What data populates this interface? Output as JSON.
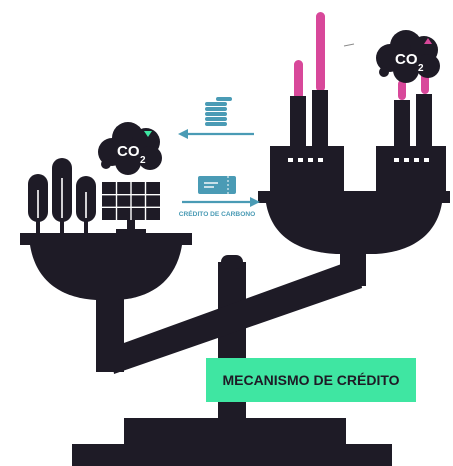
{
  "colors": {
    "ink": "#1e1b26",
    "magenta": "#d8489a",
    "teal": "#4a9bb5",
    "mint": "#3fe6a2",
    "co2_text": "#ffffff",
    "co2_arrow_up": "#d8489a",
    "co2_arrow_down": "#3fe6a2"
  },
  "co2_left": {
    "main": "CO",
    "sub": "2",
    "arrow": "down-arrow"
  },
  "co2_right": {
    "main": "CO",
    "sub": "2",
    "arrow": "up-arrow"
  },
  "credit_label": "CRÉDITO DE CARBONO",
  "mechanism_label": "MECANISMO DE CRÉDITO",
  "icons": {
    "coins": "coin-stack-icon",
    "ticket": "credit-ticket-icon",
    "trees": "tree-icon",
    "solar": "solar-panel-icon",
    "factory": "factory-icon"
  }
}
